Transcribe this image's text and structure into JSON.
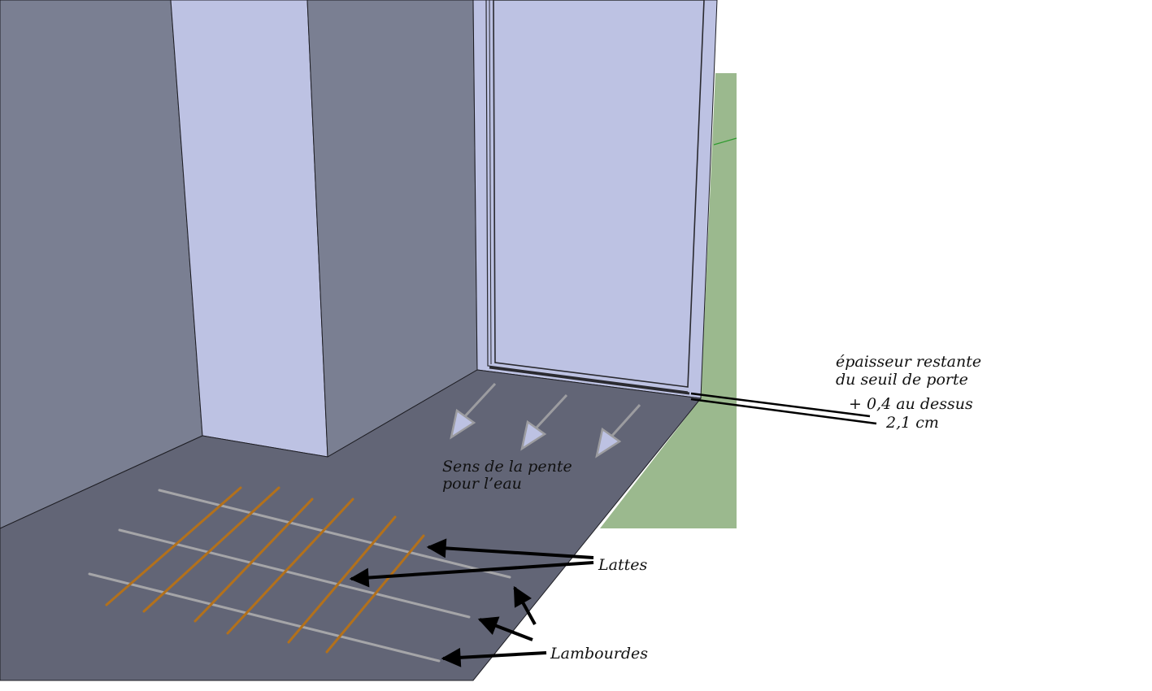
{
  "labels": {
    "threshold_line1": "épaisseur restante",
    "threshold_line2": "du seuil de porte",
    "threshold_extra": "+ 0,4 au dessus",
    "threshold_value": "2,1 cm",
    "slope_line1": "Sens de la pente",
    "slope_line2": "pour l’eau",
    "battens": "Lattes",
    "joists": "Lambourdes"
  },
  "colors": {
    "wall_dark": "#7a7f92",
    "wall_light": "#bdc2e3",
    "floor": "#626576",
    "grass": "#9bb98e",
    "batten": "#b3711b",
    "joist": "#a5a5a8",
    "arrow_fill": "#bdc2e3",
    "arrow_stroke": "#9c9ca0",
    "annotation": "#000000"
  }
}
